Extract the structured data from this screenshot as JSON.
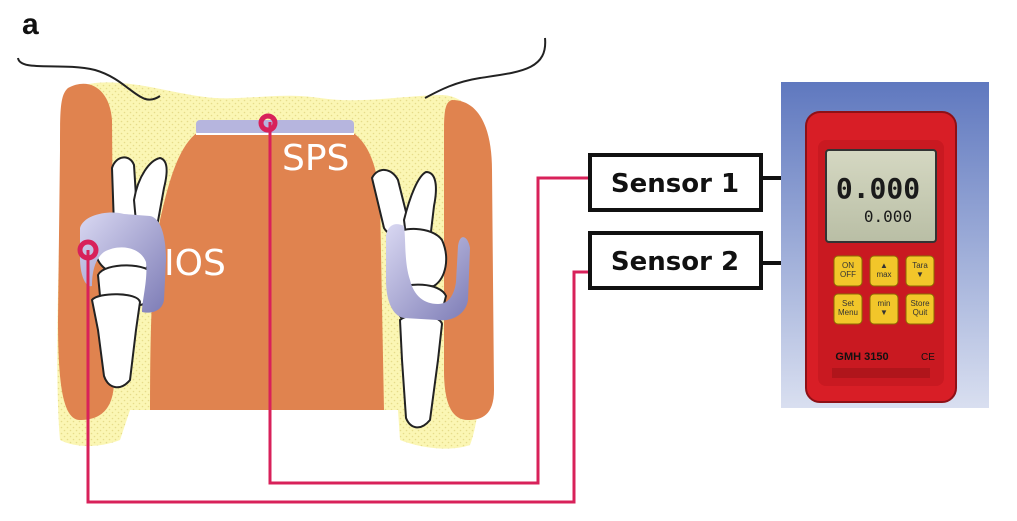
{
  "figure": {
    "panel_label": "a",
    "regions": {
      "sps": "SPS",
      "ios": "IOS"
    },
    "sensors": [
      {
        "label": "Sensor 1"
      },
      {
        "label": "Sensor 2"
      }
    ],
    "device": {
      "model": "GMH 3150",
      "ce_mark": "CE",
      "reading_main": "0.000",
      "reading_sub": "0.000",
      "keys": [
        [
          "ON\nOFF",
          "▲\nmax",
          "Tara\n▼"
        ],
        [
          "Set\nMenu",
          "min\n▼",
          "Store\nQuit"
        ]
      ]
    },
    "colors": {
      "palate": "#e0834f",
      "gum": "#fbf6b4",
      "sensor_pad": "#a9a8d6",
      "wire": "#d8215a",
      "device_body": "#d81e26",
      "device_bg": "#7f93c8"
    }
  }
}
